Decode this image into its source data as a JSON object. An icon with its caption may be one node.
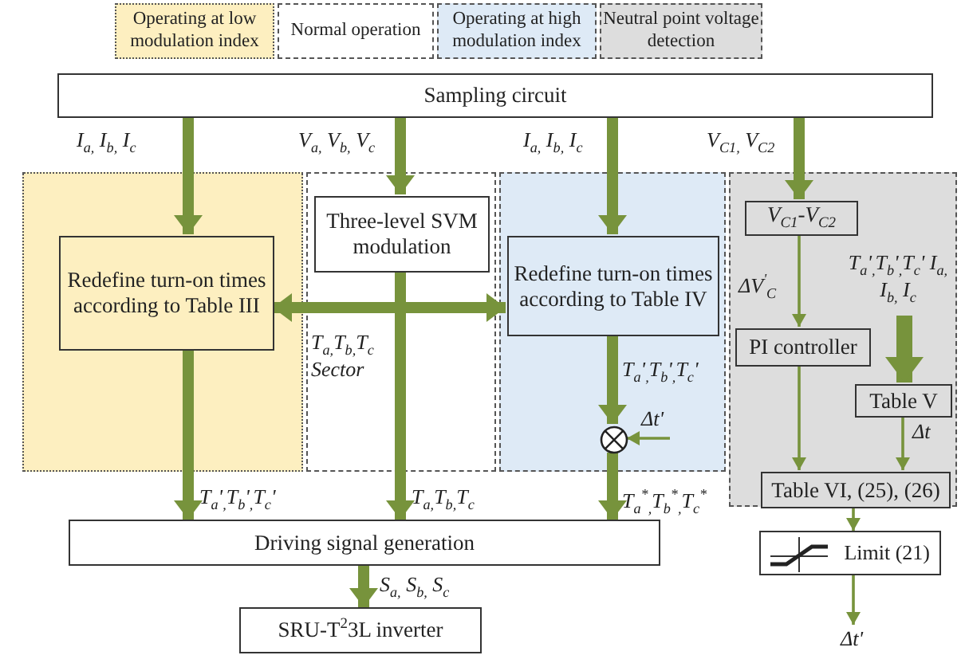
{
  "diagram": {
    "nodes": [
      {
        "text": [
          "Sampling circuit"
        ]
      },
      {
        "text": [],
        "shape": "box"
      },
      {
        "text": [
          "Redefine turn-on times according to Table III"
        ],
        "in": 1
      },
      {
        "text": [],
        "shape": "box"
      },
      {
        "text": [
          "Three-level SVM modulation"
        ],
        "in": 3
      },
      {
        "text": [],
        "shape": "box"
      },
      {
        "text": [
          "Redefine turn-on times according to Table IV"
        ],
        "in": 5
      },
      {
        "text": [],
        "shape": "circle",
        "in": 5
      },
      {
        "text": [],
        "shape": "box"
      },
      {
        "text": [
          "V$_{C1}$-V$_{C2}$"
        ],
        "in": 8
      },
      {
        "text": [
          "PI controller"
        ],
        "in": 8
      },
      {
        "text": [
          "Table V"
        ],
        "in": 8
      },
      {
        "text": [
          "Table VI, (25), (26)"
        ],
        "in": 8
      },
      {
        "text": [
          "Limit (21)"
        ]
      },
      {
        "text": [
          "Driving signal generation"
        ]
      },
      {
        "text": [
          "SRU-T$^{2}$3L inverter"
        ]
      }
    ],
    "edges": [
      {
        "from": 0,
        "to": 2,
        "arrow": "to",
        "label": "I$_{a,}$ I$_{b,}$ I$_{c}$"
      },
      {
        "from": 0,
        "to": 4,
        "arrow": "to",
        "label": "V$_{a,}$ V$_{b,}$ V$_{c}$"
      },
      {
        "from": 0,
        "to": 6,
        "arrow": "to",
        "label": "I$_{a,}$ I$_{b,}$ I$_{c}$"
      },
      {
        "from": 0,
        "to": 9,
        "arrow": "to",
        "label": "V$_{C1,}$ V$_{C2}$"
      },
      {
        "from": 4,
        "to": 2,
        "arrow": "to",
        "label": "T$_{a,}$T$_{b,}$T$_{c}$ Sector"
      },
      {
        "from": 4,
        "to": 6,
        "arrow": "to"
      },
      {
        "from": 4,
        "to": 14,
        "arrow": "to",
        "label": "T$_{a,}$T$_{b,}$T$_{c}$"
      },
      {
        "from": 2,
        "to": 14,
        "arrow": "to",
        "label": "T$_{a}$'$_{,}$T$_{b}$'$_{,}$T$_{c}$'"
      },
      {
        "from": 6,
        "to": 7,
        "arrow": "to",
        "label": "T$_{a}$'$_{,}$T$_{b}$'$_{,}$T$_{c}$'"
      },
      {
        "from": null,
        "to": 7,
        "arrow": "to",
        "label": "Δt'"
      },
      {
        "from": 7,
        "to": 14,
        "arrow": "to",
        "label": "T$_{a}$$^{*}$$_{,}$T$_{b}$$^{*}$$_{,}$T$_{c}$$^{*}$"
      },
      {
        "from": 9,
        "to": 10,
        "arrow": "to",
        "label": "ΔV$^{'}$$_{C}$"
      },
      {
        "from": null,
        "to": 11,
        "arrow": "to",
        "label": "T$_{a}$'$_{,}$T$_{b}$'$_{,}$T$_{c}$' I$_{a,}$ I$_{b,}$ I$_{c}$"
      },
      {
        "from": 10,
        "to": 12,
        "arrow": "to"
      },
      {
        "from": 11,
        "to": 12,
        "arrow": "to",
        "label": "Δt"
      },
      {
        "from": 12,
        "to": 13,
        "arrow": "to"
      },
      {
        "from": 13,
        "to": null,
        "arrow": "to",
        "label": "Δt'"
      },
      {
        "from": 14,
        "to": 15,
        "arrow": "to",
        "label": "S$_{a,}$ S$_{b,}$ S$_{c}$"
      }
    ],
    "legend": [
      {
        "text": "Operating at low modulation index",
        "color": "#fdefc0"
      },
      {
        "text": "Normal operation",
        "color": "#ffffff"
      },
      {
        "text": "Operating at high modulation index",
        "color": "#deeaf6"
      },
      {
        "text": "Neutral point voltage detection",
        "color": "#dddddd"
      }
    ]
  }
}
